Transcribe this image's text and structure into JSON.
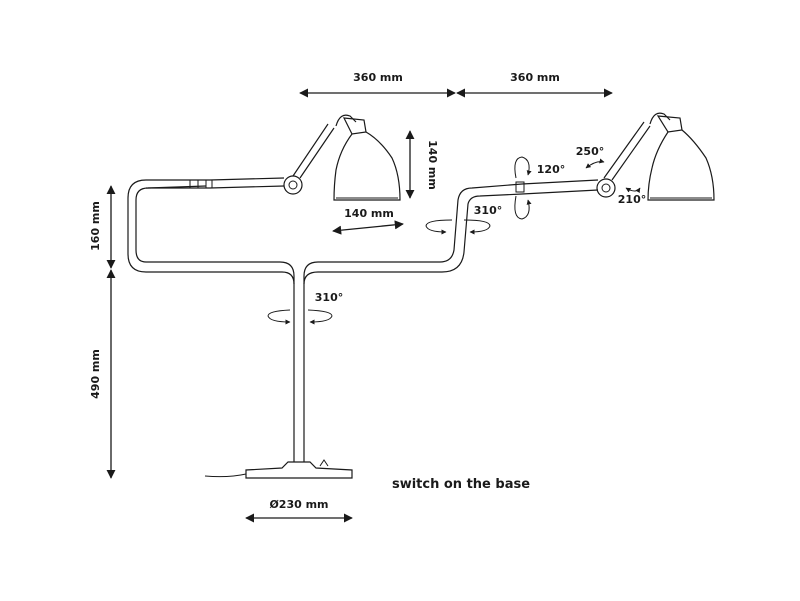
{
  "dimensions": {
    "arm_left_width": "360 mm",
    "arm_right_width": "360 mm",
    "shade_height": "140 mm",
    "shade_width": "140 mm",
    "upper_height": "160 mm",
    "lower_height": "490 mm",
    "base_diameter": "Ø230 mm"
  },
  "rotations": {
    "stem": "310°",
    "elbow": "310°",
    "tilt": "120°",
    "head_top": "250°",
    "head_side": "210°"
  },
  "note": "switch on the base"
}
